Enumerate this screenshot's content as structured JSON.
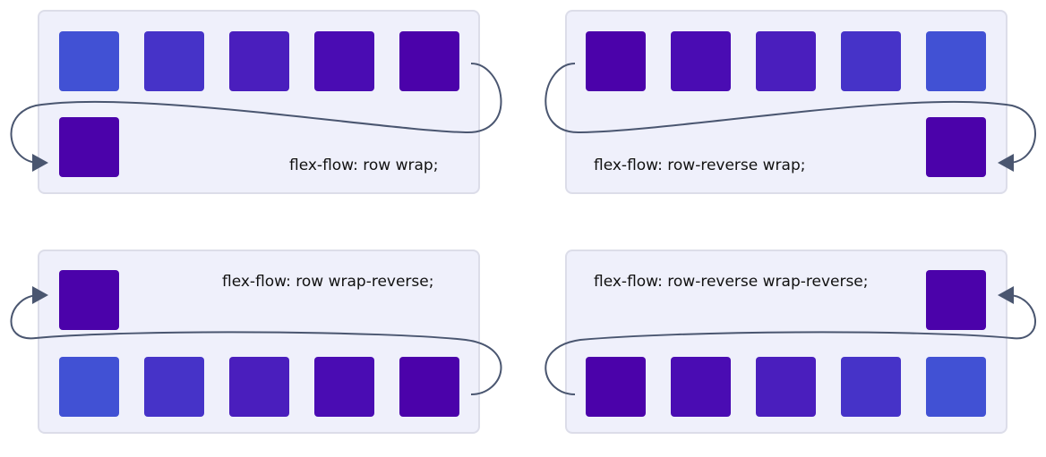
{
  "colors": {
    "panel_bg": "#eff0fb",
    "panel_border": "#dcdde9",
    "arrow": "#4a5670",
    "item_shades": [
      "#4151d4",
      "#4633c8",
      "#4a1ebd",
      "#4a0cb3",
      "#4b02aa"
    ]
  },
  "diagrams": [
    {
      "caption": "flex-flow: row wrap;"
    },
    {
      "caption": "flex-flow: row-reverse wrap;"
    },
    {
      "caption": "flex-flow: row wrap-reverse;"
    },
    {
      "caption": "flex-flow: row-reverse wrap-reverse;"
    }
  ]
}
